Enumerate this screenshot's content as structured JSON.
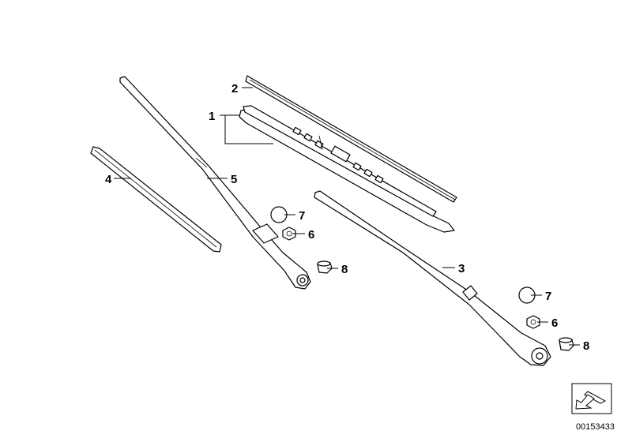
{
  "diagram": {
    "callouts": {
      "c1": "1",
      "c2": "2",
      "c3": "3",
      "c4": "4",
      "c5": "5",
      "c6a": "6",
      "c6b": "6",
      "c7a": "7",
      "c7b": "7",
      "c8a": "8",
      "c8b": "8"
    },
    "reference_number": "00153433"
  }
}
